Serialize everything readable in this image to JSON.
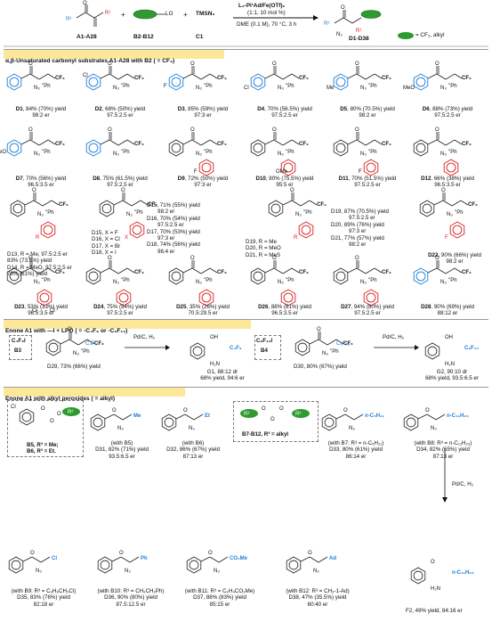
{
  "header": {
    "labels": [
      "A1-A28",
      "B2-B12",
      "C1",
      "D1-D38"
    ],
    "reagent_right": "TMSN₃",
    "plus1": "+",
    "plus2": "+",
    "cat_line1": "L₃-Pi¹Ad/Fe(OTf)₂",
    "cat_line2": "(1:1, 10 mol %)",
    "cond_line": "DME (0.1 M), 70 °C, 3 h",
    "lg": "LG",
    "legend": "= CF₃, alkyl"
  },
  "section1": {
    "title": "α,β-Unsaturated carbonyl substrates A1-A28 with B2 ( = CF₃)"
  },
  "section2": {
    "title": "Enone A1 with —I + LPO ( = -C₄F₉ or -C₆F₁₃)"
  },
  "section3": {
    "title": "Enone A1 with alkyl peroxides ( = alkyl)"
  },
  "row1": [
    {
      "id": "D1",
      "text": "84% (70%) yield",
      "er": "98:2 er"
    },
    {
      "id": "D2",
      "text": "68% (50%) yield",
      "er": "97.5:2.5 er"
    },
    {
      "id": "D3",
      "text": "85% (59%) yield",
      "er": "97:3 er"
    },
    {
      "id": "D4",
      "text": "70% (56.5%) yield",
      "er": "97.5:2.5 er"
    },
    {
      "id": "D5",
      "text": "80% (70.5%) yield",
      "er": "98:2 er"
    },
    {
      "id": "D6",
      "text": "88% (73%) yield",
      "er": "97.5:2.5 er"
    }
  ],
  "row2": [
    {
      "id": "D7",
      "text": "70% (56%) yield",
      "er": "96.5:3.5 er"
    },
    {
      "id": "D8",
      "text": "75% (61.5%) yield",
      "er": "97.5:2.5 er"
    },
    {
      "id": "D9",
      "text": "72% (50%) yield",
      "er": "97:3 er"
    },
    {
      "id": "D10",
      "text": "80% (75.5%) yield",
      "er": "95:5 er"
    },
    {
      "id": "D11",
      "text": "70% (51.5%) yield",
      "er": "97.5:2.5 er"
    },
    {
      "id": "D12",
      "text": "66% (38%) yield",
      "er": "96.5:3.5 er"
    }
  ],
  "row3": {
    "d13": "D13, R = Me, 97.5:2.5 er",
    "d13b": "83% (73.5%) yield",
    "d14": "D14, R = MeO, 97.5:2.5 er",
    "d14b": "76% (61%) yield",
    "halo": [
      "D15, X = F",
      "D16, X = Cl",
      "D17, X = Br",
      "D18, X = I"
    ],
    "halo_data": [
      {
        "y": "D15, 71% (55%) yield",
        "er": "98:2 er"
      },
      {
        "y": "D16, 70% (54%) yield",
        "er": "97.5:2.5 er"
      },
      {
        "y": "D17, 70% (53%) yield",
        "er": "97:3 er"
      },
      {
        "y": "D18, 74% (56%) yield",
        "er": "96:4 er"
      }
    ],
    "para": [
      "D19, R = Me",
      "D20, R = MeO",
      "D21, R = MeS"
    ],
    "para_data": [
      {
        "y": "D19, 87% (70.5%) yield",
        "er": "97.5:2.5 er"
      },
      {
        "y": "D20, 89% (76%) yield",
        "er": "97:3 er"
      },
      {
        "y": "D21, 77% (57%) yield",
        "er": "98:2 er"
      }
    ],
    "d22": {
      "id": "D22",
      "text": "90% (66%) yield",
      "er": "98:2 er"
    }
  },
  "row4": [
    {
      "id": "D23",
      "text": "53% (33%) yield",
      "er": "96.5:3.5 er"
    },
    {
      "id": "D24",
      "text": "75% (54%) yield",
      "er": "97.5:2.5 er"
    },
    {
      "id": "D25",
      "text": "35% (26%) yield",
      "er": "70.5:29.5 er"
    },
    {
      "id": "D26",
      "text": "88% (81%) yield",
      "er": "96.5:3.5 er"
    },
    {
      "id": "D27",
      "text": "94% (80%) yield",
      "er": "97.5:2.5 er"
    },
    {
      "id": "D28",
      "text": "90% (69%) yield",
      "er": "88:12 er"
    }
  ],
  "enone": {
    "b3": "B3",
    "b3f": "C₄F₉I",
    "b4": "B4",
    "b4f": "C₆F₁₃I",
    "d29": "D29, 73% (66%) yield",
    "d30": "D30, 80% (67%) yield",
    "pd": "Pd/C, H₂",
    "g1a": "G1, 88:12 dr",
    "g1b": "68% yield, 94:6 er",
    "g2a": "G2, 90:10 dr",
    "g2b": "68% yield, 93.5:6.5 er",
    "c4f9": "C₄F₉",
    "c6f13": "C₆F₁₃"
  },
  "alkyl": {
    "b5": "B5, R³ = Me;",
    "b6": "B6, R³ = Et.",
    "b7": "B7-B12, R³ = alkyl",
    "d31a": "(with B5)",
    "d31b": "D31, 82% (71%) yield",
    "d31c": "93.5:6.5 er",
    "d32a": "(with B6)",
    "d32b": "D32, 86% (67%) yield",
    "d32c": "87:13 er",
    "d33a": "(with B7: R³ = n-C₅H₁₁)",
    "d33b": "D33, 80% (61%) yield",
    "d33c": "86:14 er",
    "d34a": "(with B8: R³ = n-C₁₁H₂₃)",
    "d34b": "D34, 82% (65%) yield",
    "d34c": "87:13 er",
    "pd": "Pd/C, H₂",
    "f2": "F2, 49% yield, 84:16 er",
    "d35a": "(with B9: R³ = C₃H₆CH₂Cl)",
    "d35b": "D35, 83% (76%) yield",
    "d35c": "82:18 er",
    "d36a": "(with B10: R³ = CH₂CH₂Ph)",
    "d36b": "D36, 90% (80%) yield",
    "d36c": "87.5:12.5 er",
    "d37a": "(with B11: R³ = C₂H₄CO₂Me)",
    "d37b": "D37, 88% (83%) yield",
    "d37c": "85:15 er",
    "d38a": "(with B12: R³ = CH₂-1-Ad)",
    "d38b": "D38, 47% (35.5%) yield",
    "d38c": "60:40 er"
  },
  "colors": {
    "blue": "#1e7fd6",
    "red": "#d62020",
    "green": "#3a9a3a",
    "band": "#fde89a"
  }
}
